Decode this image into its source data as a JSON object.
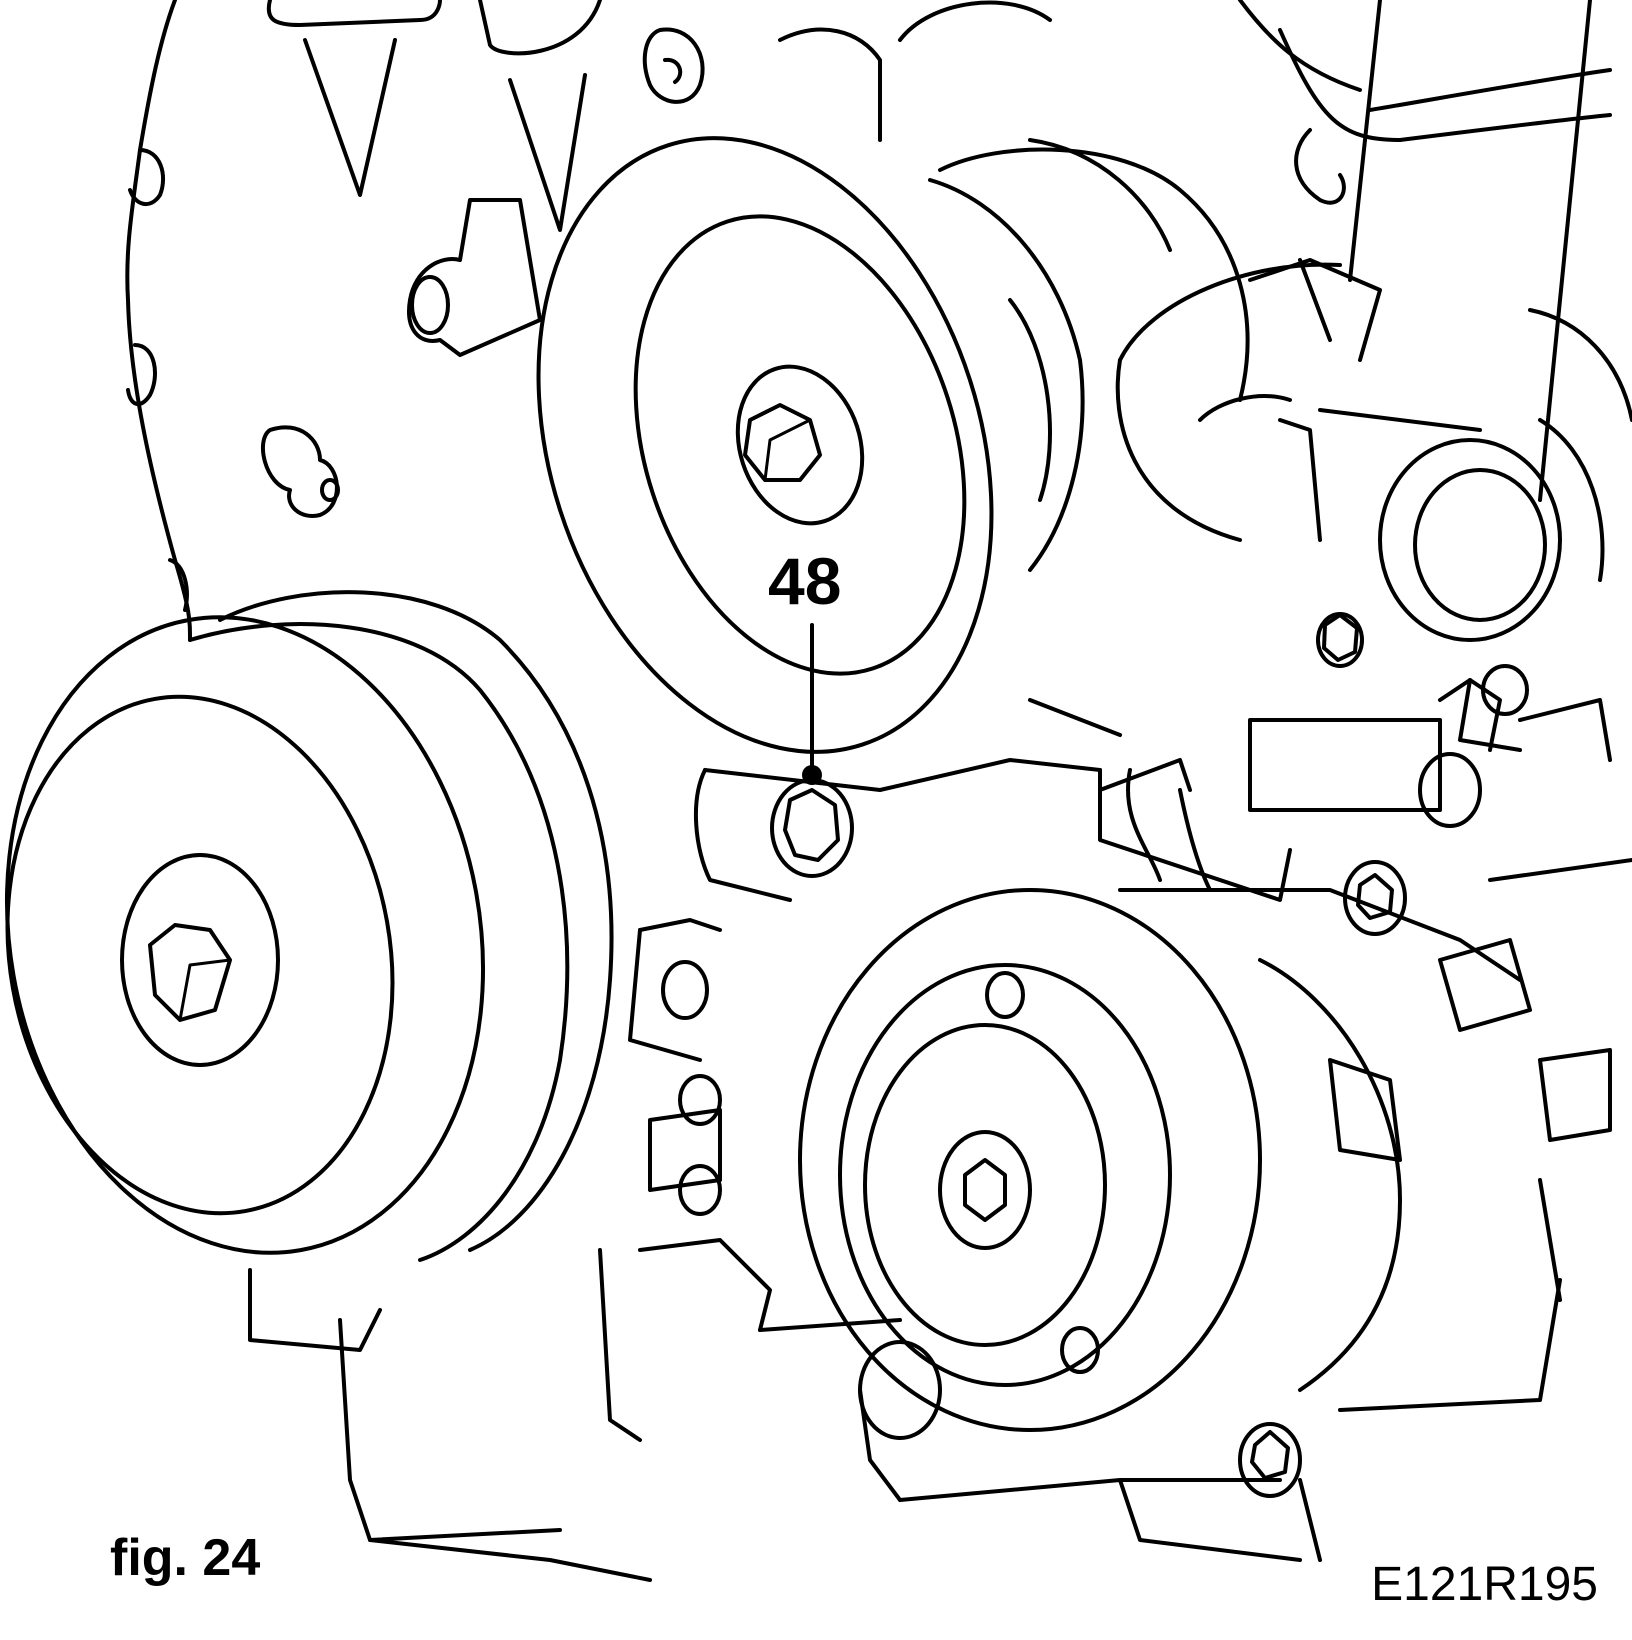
{
  "callout_label": "48",
  "figure_label": "fig. 24",
  "image_code": "E121R195",
  "colors": {
    "line": "#000000",
    "background": "#ffffff"
  }
}
